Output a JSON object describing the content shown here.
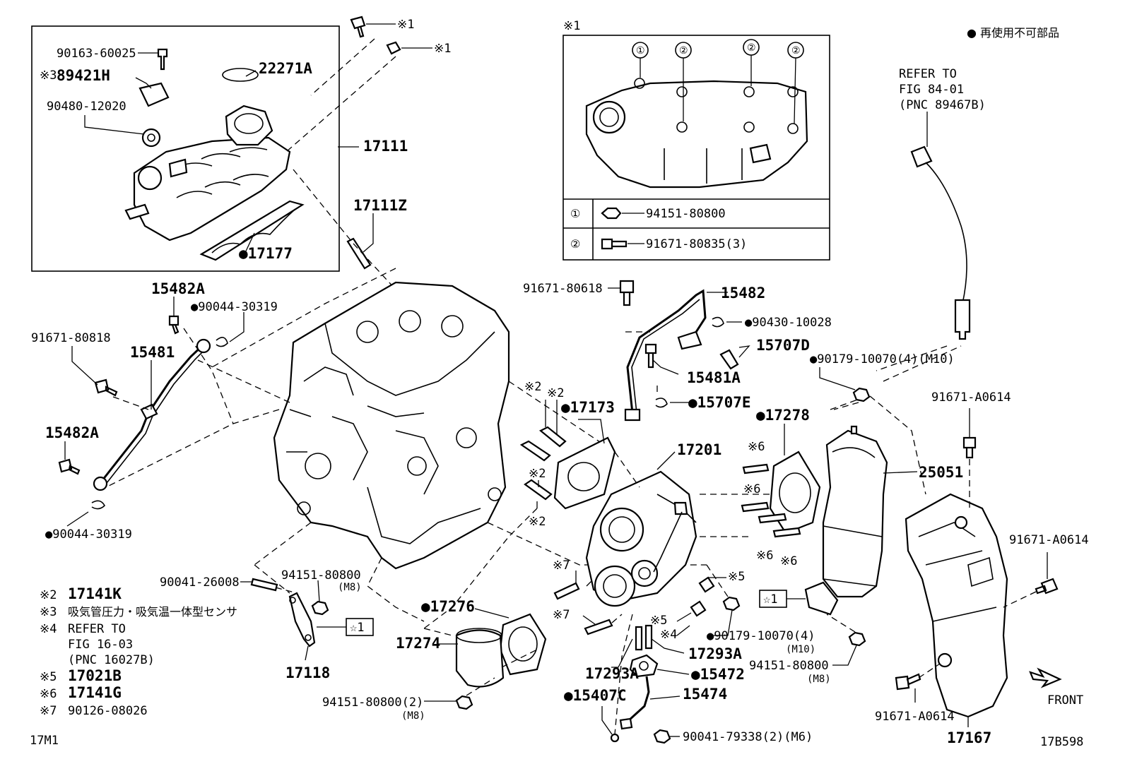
{
  "diagram": {
    "legend_note": "● 再使用不可部品",
    "fig_code": "17M1",
    "drawing_code": "17B598",
    "refer_fig84": {
      "line1": "REFER TO",
      "line2": "FIG 84-01",
      "line3": "(PNC 89467B)"
    },
    "inset_mark": "※1",
    "inset_rows": [
      {
        "num": "①",
        "part": "94151-80800"
      },
      {
        "num": "②",
        "part": "91671-80835(3)"
      }
    ],
    "inset_callouts": [
      "①",
      "②",
      "②",
      "②"
    ],
    "notes": [
      {
        "mark": "※2",
        "text": "17141K"
      },
      {
        "mark": "※3",
        "text": "吸気管圧力・吸気温一体型センサ"
      },
      {
        "mark": "※4",
        "text": "REFER TO"
      },
      {
        "mark": "",
        "text": "FIG 16-03"
      },
      {
        "mark": "",
        "text": "(PNC 16027B)"
      },
      {
        "mark": "※5",
        "text": "17021B"
      },
      {
        "mark": "※6",
        "text": "17141G"
      },
      {
        "mark": "※7",
        "text": "90126-08026"
      }
    ],
    "front_label": "FRONT",
    "labels": {
      "p90163": "90163-60025",
      "p89421h": "89421H",
      "p89421h_mark": "※3",
      "p90480": "90480-12020",
      "p22271a": "22271A",
      "p17111": "17111",
      "p17111z": "17111Z",
      "p17177": "●17177",
      "mark1a": "※1",
      "mark1b": "※1",
      "p15482a_top": "15482A",
      "p90044_top": "●90044-30319",
      "p91671_80818": "91671-80818",
      "p15481": "15481",
      "p15482a_bot": "15482A",
      "p90044_bot": "●90044-30319",
      "p91671_80618": "91671-80618",
      "p15482": "15482",
      "p90430": "●90430-10028",
      "p15707d": "15707D",
      "p15481a": "15481A",
      "p15707e": "●15707E",
      "p90179_top": "●90179-10070(4)(M10)",
      "p91671_a0614_top": "91671-A0614",
      "p17173": "●17173",
      "m2a": "※2",
      "m2b": "※2",
      "m2c": "※2",
      "m2d": "※2",
      "p17278": "●17278",
      "p17201": "17201",
      "m6a": "※6",
      "m6b": "※6",
      "m6c": "※6",
      "m6d": "※6",
      "p25051": "25051",
      "p91671_a0614_mid": "91671-A0614",
      "m7a": "※7",
      "m7b": "※7",
      "m5a": "※5",
      "m5b": "※5",
      "m4": "※4",
      "p90179_bot": "●90179-10070(4)",
      "p90179_bot_sub": "(M10)",
      "star1_a": "☆1",
      "star1_b": "☆1",
      "p90041_26008": "90041-26008",
      "p94151_a": "94151-80800",
      "p94151_a_sub": "(M8)",
      "p17276": "●17276",
      "p17274": "17274",
      "p17118": "17118",
      "p17293a_r": "17293A",
      "p17293a_l": "17293A",
      "p15472": "●15472",
      "p15407c": "●15407C",
      "p15474": "15474",
      "p94151_b": "94151-80800(2)",
      "p94151_b_sub": "(M8)",
      "p90041_79338": "90041-79338(2)(M6)",
      "p94151_c": "94151-80800",
      "p94151_c_sub": "(M8)",
      "p91671_a0614_bot": "91671-A0614",
      "p17167": "17167"
    }
  }
}
